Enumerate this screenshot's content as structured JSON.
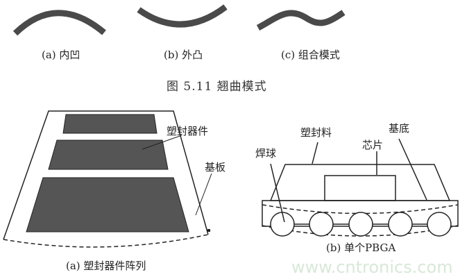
{
  "warp_modes": {
    "items": [
      {
        "label": "(a) 内凹"
      },
      {
        "label": "(b) 外凸"
      },
      {
        "label": "(c) 组合模式"
      }
    ],
    "caption": "图 5.11   翘曲模式"
  },
  "array_diagram": {
    "label_device": "塑封器件",
    "label_board": "基板",
    "caption": "(a) 塑封器件阵列"
  },
  "pbga_diagram": {
    "label_mold": "塑封料",
    "label_substrate": "基底",
    "label_chip": "芯片",
    "label_ball": "焊球",
    "caption": "(b) 单个PBGA",
    "solder_ball_count": 5
  },
  "watermark": "www.cntronics.com",
  "colors": {
    "fill": "#4a4a4a",
    "line": "#222222"
  }
}
